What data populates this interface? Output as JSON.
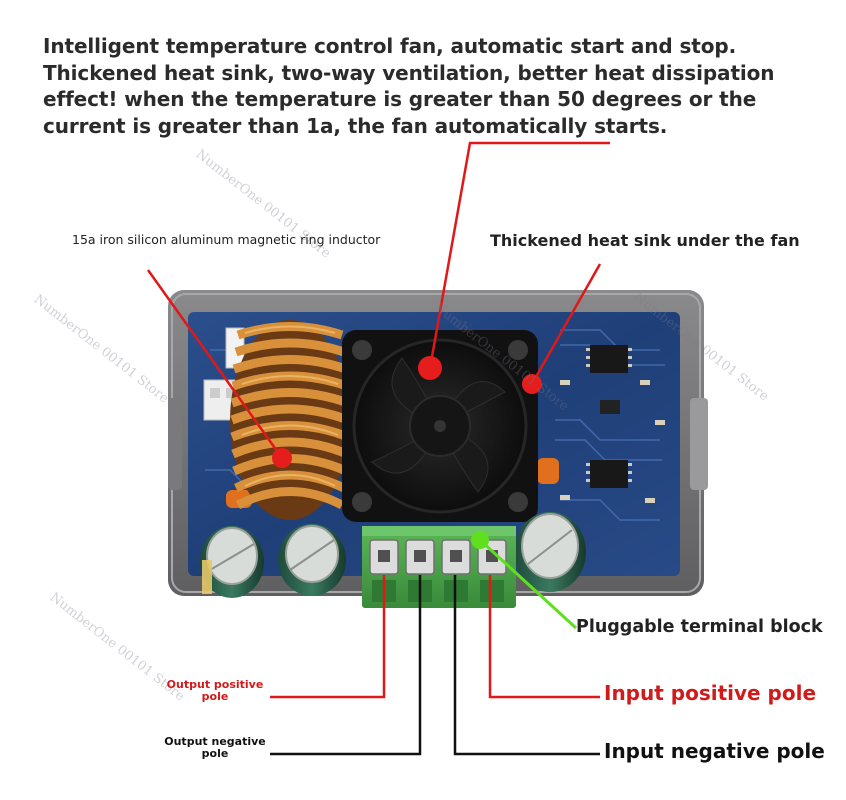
{
  "headline": {
    "line1": "Intelligent temperature control fan, automatic start and stop.",
    "line2": "Thickened heat sink, two-way ventilation, better heat dissipation",
    "line3": "effect! when the temperature is greater than 50 degrees or the",
    "line4": "current is greater than 1a, the fan automatically starts."
  },
  "labels": {
    "inductor": "15a iron silicon aluminum magnetic ring inductor",
    "heat_sink": "Thickened heat sink under the fan",
    "terminal_block": "Pluggable terminal block",
    "output_positive": "Output positive pole",
    "output_negative": "Output negative pole",
    "input_positive": "Input positive pole",
    "input_negative": "Input negative pole"
  },
  "watermark": "NumberOne 00101 Store",
  "colors": {
    "callout_red": "#e01818",
    "callout_green": "#5fe01e",
    "pcb_blue": "#1f3f78",
    "terminal_green": "#4fa54a",
    "copper": "#c87a2e"
  }
}
